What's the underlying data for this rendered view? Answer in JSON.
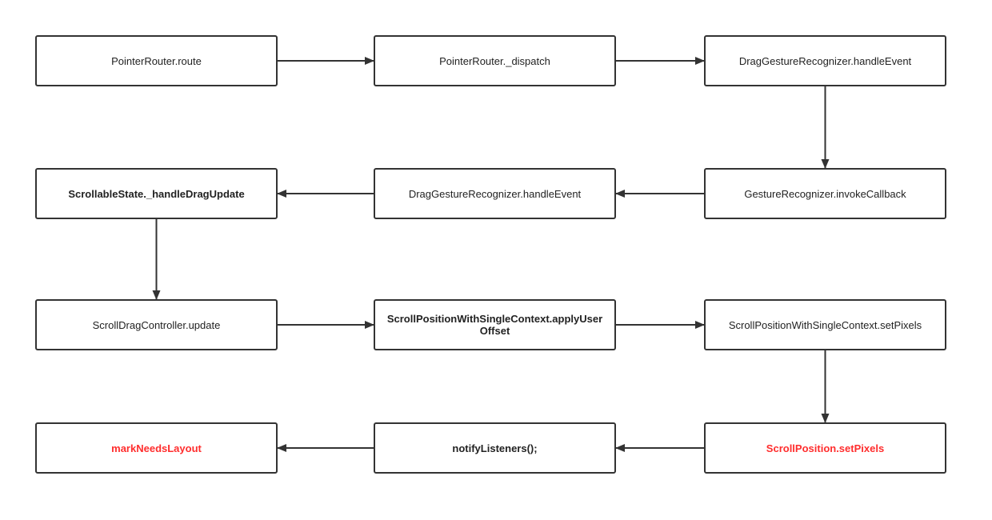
{
  "diagram": {
    "nodes": [
      {
        "id": "n1",
        "label": "PointerRouter.route"
      },
      {
        "id": "n2",
        "label": "PointerRouter._dispatch"
      },
      {
        "id": "n3",
        "label": "DragGestureRecognizer.handleEvent"
      },
      {
        "id": "n4",
        "label": "GestureRecognizer.invokeCallback"
      },
      {
        "id": "n5",
        "label": "DragGestureRecognizer.handleEvent"
      },
      {
        "id": "n6",
        "label": "ScrollableState._handleDragUpdate",
        "bold": true
      },
      {
        "id": "n7",
        "label": "ScrollDragController.update"
      },
      {
        "id": "n8",
        "label": "ScrollPositionWithSingleContext.applyUserOffset",
        "bold": true
      },
      {
        "id": "n9",
        "label": "ScrollPositionWithSingleContext.setPixels"
      },
      {
        "id": "n10",
        "label": "ScrollPosition.setPixels",
        "bold": true,
        "color": "#ff2d2d"
      },
      {
        "id": "n11",
        "label": "notifyListeners();",
        "bold": true
      },
      {
        "id": "n12",
        "label": "markNeedsLayout",
        "bold": true,
        "color": "#ff2d2d"
      }
    ],
    "edges": [
      {
        "from": "n1",
        "to": "n2"
      },
      {
        "from": "n2",
        "to": "n3"
      },
      {
        "from": "n3",
        "to": "n4"
      },
      {
        "from": "n4",
        "to": "n5"
      },
      {
        "from": "n5",
        "to": "n6"
      },
      {
        "from": "n6",
        "to": "n7"
      },
      {
        "from": "n7",
        "to": "n8"
      },
      {
        "from": "n8",
        "to": "n9"
      },
      {
        "from": "n9",
        "to": "n10"
      },
      {
        "from": "n10",
        "to": "n11"
      },
      {
        "from": "n11",
        "to": "n12"
      }
    ],
    "colors": {
      "border": "#333333",
      "arrow": "#333333",
      "text": "#222222",
      "highlight": "#ff2d2d"
    }
  }
}
